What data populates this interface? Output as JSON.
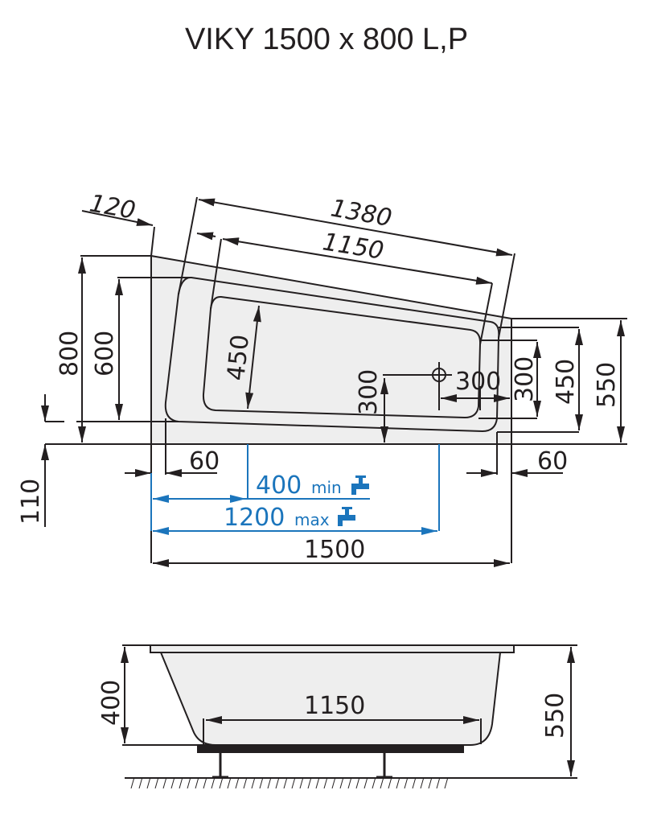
{
  "title": "VIKY 1500 x 800 L,P",
  "top_view": {
    "dimensions": {
      "d120": "120",
      "d1380": "1380",
      "d1150_top": "1150",
      "d800": "800",
      "d600": "600",
      "d450_inner": "450",
      "d300_drain_y": "300",
      "d300_drain_x": "300",
      "d300_right": "300",
      "d450_right": "450",
      "d550_right": "550",
      "d110": "110",
      "d60_left": "60",
      "d60_right": "60",
      "d1500": "1500"
    },
    "faucet": {
      "min_value": "400",
      "min_label": "min",
      "max_value": "1200",
      "max_label": "max",
      "icon": "faucet-icon",
      "color": "#1b75bc"
    },
    "drain_icon": "drain-crosshair-icon"
  },
  "side_view": {
    "dimensions": {
      "d400": "400",
      "d1150": "1150",
      "d550": "550"
    },
    "floor_icon": "floor-hatch"
  },
  "colors": {
    "line": "#231f20",
    "fill": "#eeeeee",
    "accent_blue": "#1b75bc"
  }
}
